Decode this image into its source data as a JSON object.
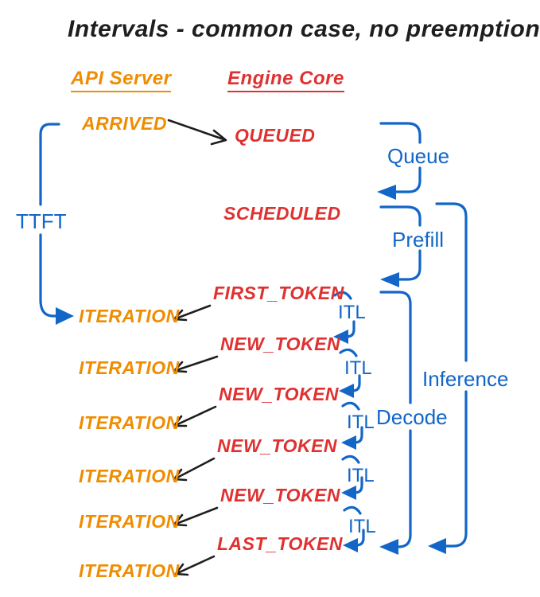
{
  "title": "Intervals - common case, no preemptions",
  "columns": {
    "api_server": "API Server",
    "engine_core": "Engine Core"
  },
  "api_sequence": [
    "ARRIVED",
    "ITERATION",
    "ITERATION",
    "ITERATION",
    "ITERATION",
    "ITERATION",
    "ITERATION"
  ],
  "engine_sequence": [
    "QUEUED",
    "SCHEDULED",
    "FIRST_TOKEN",
    "NEW_TOKEN",
    "NEW_TOKEN",
    "NEW_TOKEN",
    "NEW_TOKEN",
    "LAST_TOKEN"
  ],
  "intervals": {
    "ttft": "TTFT",
    "queue": "Queue",
    "prefill": "Prefill",
    "itl": [
      "ITL",
      "ITL",
      "ITL",
      "ITL",
      "ITL"
    ],
    "decode": "Decode",
    "inference": "Inference"
  },
  "colors": {
    "title_text": "#1e1e1e",
    "api_server_orange": "#f08c00",
    "engine_core_red": "#e03131",
    "interval_blue": "#1266c8",
    "arrow_black": "#1e1e1e",
    "background": "#ffffff"
  }
}
